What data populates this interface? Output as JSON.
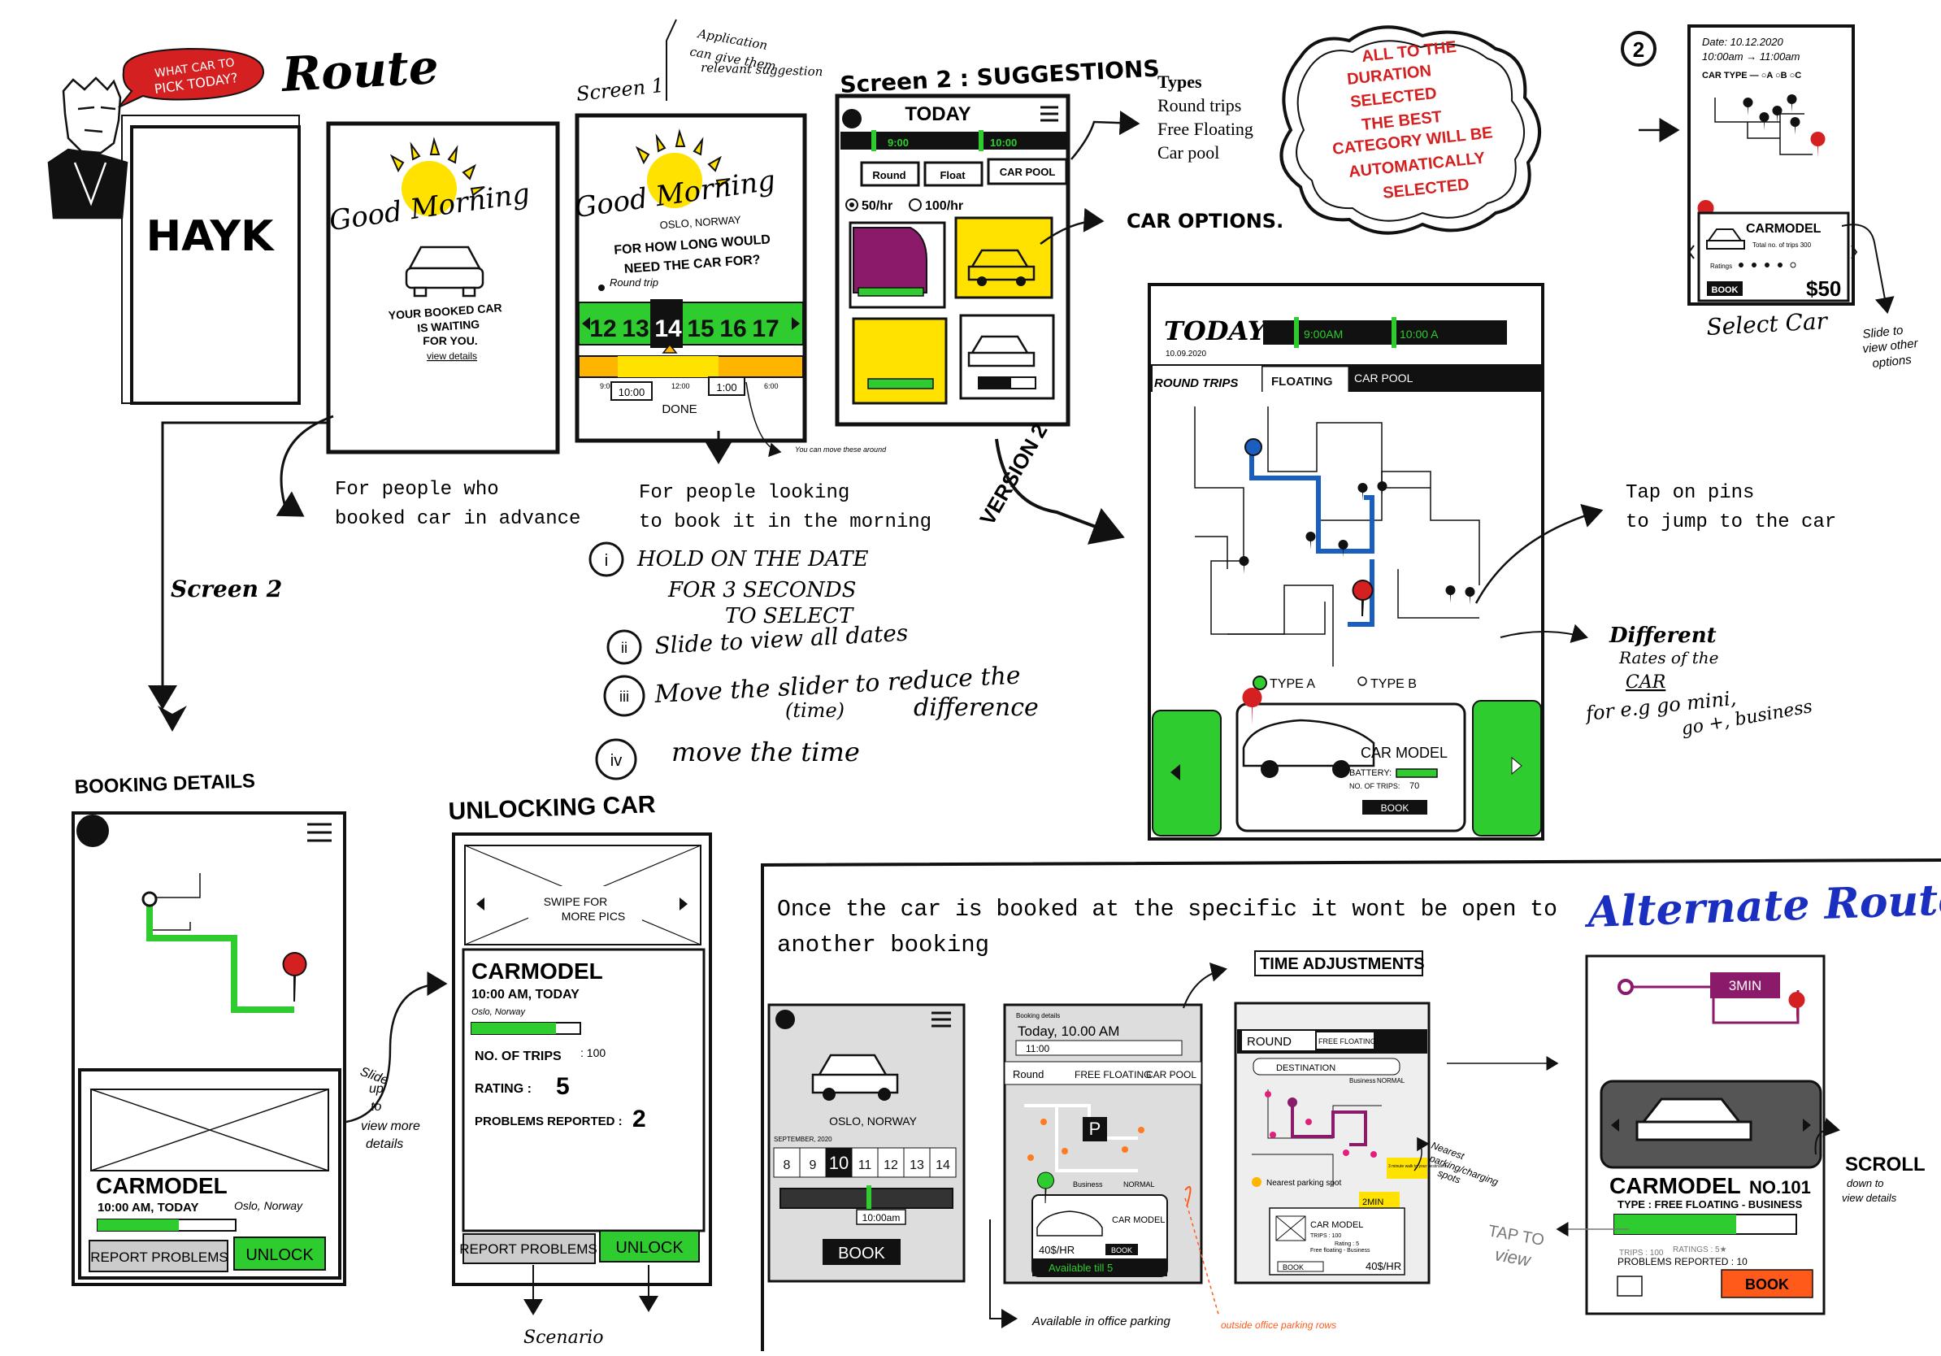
{
  "bubble": {
    "line1": "WHAT CAR TO",
    "line2": "PICK TODAY?"
  },
  "route_title": "Route",
  "persona": {
    "name": "HAYK"
  },
  "screen1_label": "Screen 1",
  "note_top": {
    "line1": "Application",
    "line2": "can give them",
    "line3": "relevant suggestion"
  },
  "good_morning": "Good Morning",
  "booked_screen": {
    "msg1": "YOUR BOOKED CAR",
    "msg2": "IS WAITING",
    "msg3": "FOR YOU.",
    "link": "view details"
  },
  "screen1": {
    "city": "OSLO, NORWAY",
    "question1": "FOR HOW LONG WOULD",
    "question2": "NEED THE CAR FOR?",
    "round_trip": "Round trip",
    "dates": [
      "12",
      "13",
      "14",
      "15",
      "16",
      "17"
    ],
    "time_start": "10:00",
    "time_end": "1:00",
    "done": "DONE",
    "tick_labels": [
      "9:00",
      "12",
      "12:00",
      "6",
      "6:00"
    ],
    "move_note": "You can move these around"
  },
  "caption_booked": {
    "line1": "For people who",
    "line2": "booked car in advance"
  },
  "caption_morning": {
    "line1": "For people looking",
    "line2": "to book it in the morning"
  },
  "steps": [
    {
      "num": "i",
      "text1": "HOLD ON THE DATE",
      "text2": "FOR 3 SECONDS",
      "text3": "TO SELECT"
    },
    {
      "num": "ii",
      "text1": "Slide to view all dates"
    },
    {
      "num": "iii",
      "text1": "Move the slider to reduce the",
      "text2": "(time)",
      "text3": "difference"
    },
    {
      "num": "iv",
      "text1": "move the time"
    }
  ],
  "suggestions": {
    "title": "Screen 2 : SUGGESTIONS",
    "today": "TODAY",
    "time1": "9:00",
    "time2": "10:00",
    "tabs": [
      "Round",
      "Float",
      "CAR POOL"
    ],
    "rate1": "50/hr",
    "rate2": "100/hr",
    "car_options": "CAR OPTIONS."
  },
  "types": {
    "title": "Types",
    "items": [
      "Round trips",
      "Free Floating",
      "Car pool"
    ]
  },
  "cloud_note": {
    "l1": "ALL TO THE",
    "l2": "DURATION",
    "l3": "SELECTED",
    "l4": "THE BEST",
    "l5": "CATEGORY WILL BE",
    "l6": "AUTOMATICALLY",
    "l7": "SELECTED"
  },
  "select_car": {
    "num": "2",
    "date": "Date: 10.12.2020",
    "time": "10:00am → 11:00am",
    "cartype": "CAR TYPE — ○A ○B ○C",
    "model": "CARMODEL",
    "trips": "Total no. of trips 300",
    "ratings": "Ratings",
    "book": "BOOK",
    "price": "$50",
    "caption": "Select Car",
    "slide_note1": "Slide to",
    "slide_note2": "view other",
    "slide_note3": "options"
  },
  "version2": {
    "label": "VERSION 2",
    "today": "TODAY",
    "date": "10.09.2020",
    "time1": "9:00AM",
    "time2": "10:00 A",
    "tabs": [
      "ROUND TRIPS",
      "FLOATING",
      "CAR POOL"
    ],
    "type_a": "TYPE A",
    "type_b": "TYPE B",
    "model": "CAR MODEL",
    "battery": "BATTERY:",
    "trips": "NO. OF TRIPS:",
    "trips_val": "70",
    "book": "BOOK"
  },
  "tap_pins": {
    "line1": "Tap on pins",
    "line2": "to jump to the car"
  },
  "rates_note": {
    "l1": "Different",
    "l2": "Rates of the",
    "l3": "CAR",
    "l4": "for e.g go mini,",
    "l5": "go +, business"
  },
  "screen2_label": "Screen 2",
  "booking": {
    "title": "BOOKING DETAILS",
    "model": "CARMODEL",
    "time": "10:00 AM, TODAY",
    "city": "Oslo, Norway",
    "report": "REPORT PROBLEMS",
    "unlock": "UNLOCK"
  },
  "slide_up": {
    "l1": "Slide",
    "l2": "up",
    "l3": "to",
    "l4": "view more",
    "l5": "details"
  },
  "unlocking": {
    "title": "UNLOCKING CAR",
    "swipe1": "SWIPE FOR",
    "swipe2": "MORE PICS",
    "model": "CARMODEL",
    "time": "10:00 AM, TODAY",
    "city": "Oslo, Norway",
    "trips_label": "NO. OF TRIPS",
    "trips_val": ": 100",
    "rating_label": "RATING :",
    "rating_val": "5",
    "problems_label": "PROBLEMS REPORTED :",
    "problems_val": "2",
    "report": "REPORT PROBLEMS",
    "unlock": "UNLOCK",
    "scenario": "Scenario"
  },
  "alt_box": {
    "notice1": "Once the car is booked at the specific it wont be open to",
    "notice2": "another booking",
    "title": "Alternate Route",
    "time_adj": "TIME ADJUSTMENTS",
    "mini1": {
      "city": "OSLO, NORWAY",
      "month": "SEPTEMBER, 2020",
      "dates": [
        "8",
        "9",
        "10",
        "11",
        "12",
        "13",
        "14"
      ],
      "time": "10:00am",
      "book": "BOOK"
    },
    "mini2": {
      "small": "Booking details",
      "today": "Today, 10.00 AM",
      "time": "11:00",
      "tabs": [
        "Round",
        "FREE FLOATING",
        "CAR POOL"
      ],
      "business": "Business",
      "normal": "NORMAL",
      "model": "CAR MODEL",
      "price": "40$/HR",
      "book": "BOOK",
      "available": "Available till 5"
    },
    "mini3": {
      "tabs": [
        "ROUND",
        "FREE FLOATING"
      ],
      "destination": "DESTINATION",
      "business": "Business",
      "normal": "NORMAL",
      "nearest": "Nearest parking spot",
      "walk": "3 minute walk to your destination",
      "min2": "2MIN",
      "model": "CAR MODEL",
      "trips": "TRIPS : 100",
      "rating": "Rating : 5",
      "type": "Free floating - Business",
      "book": "BOOK",
      "price": "40$/HR"
    },
    "nearest_note1": "Nearest",
    "nearest_note2": "parking/charging",
    "nearest_note3": "spots",
    "available_note": "Available in office parking",
    "outside_note": "outside office parking rows",
    "mini4": {
      "min": "3MIN",
      "model": "CARMODEL",
      "no": "NO.101",
      "type": "TYPE : FREE FLOATING - BUSINESS",
      "trips": "TRIPS : 100",
      "ratings": "RATINGS : 5★",
      "problems": "PROBLEMS REPORTED : 10",
      "book": "BOOK"
    },
    "scroll1": "SCROLL",
    "scroll2": "down to",
    "scroll3": "view details",
    "tap_view1": "TAP TO",
    "tap_view2": "view"
  },
  "colors": {
    "green": "#2ecc2e",
    "yellow": "#ffe200",
    "red": "#d42020",
    "purple": "#8b1a6b",
    "blue": "#1a5fc0",
    "orange": "#ff5a1a"
  }
}
